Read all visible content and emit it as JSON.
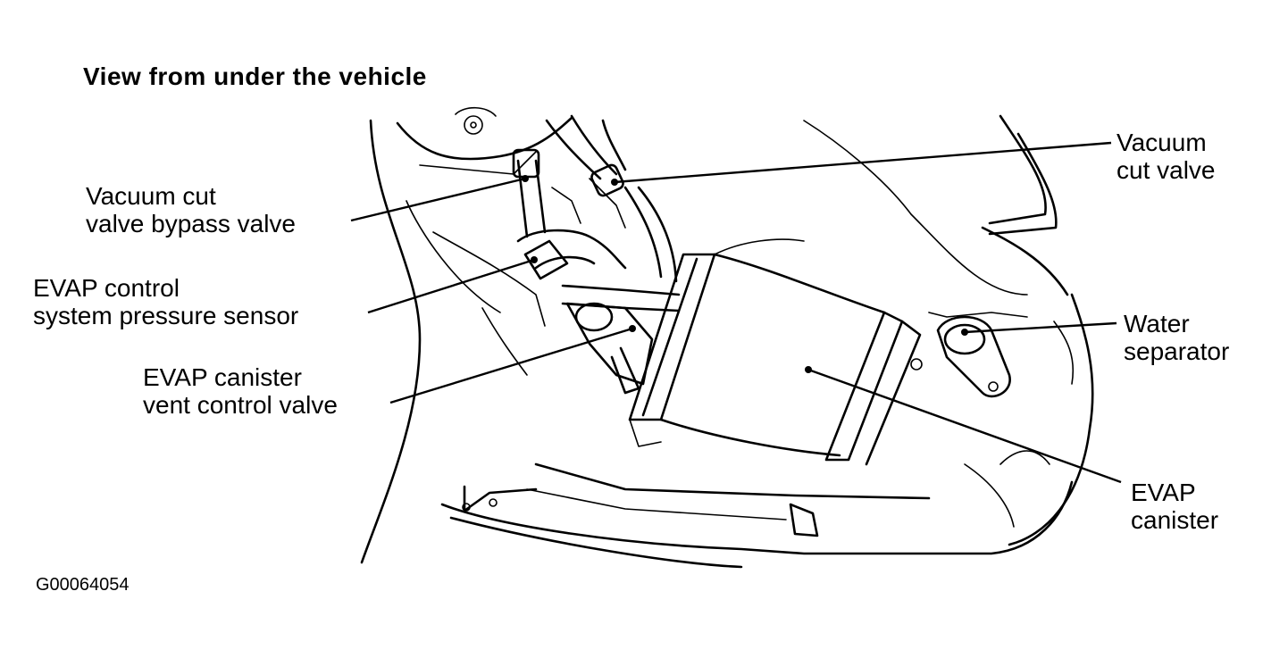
{
  "title": "View from under the vehicle",
  "labels": {
    "vacuum_cut_valve_bypass": [
      "Vacuum cut",
      "valve bypass valve"
    ],
    "evap_pressure_sensor": [
      "EVAP control",
      "system pressure sensor"
    ],
    "evap_vent_valve": [
      "EVAP canister",
      "vent control valve"
    ],
    "vacuum_cut_valve": [
      "Vacuum",
      "cut valve"
    ],
    "water_separator": [
      "Water",
      "separator"
    ],
    "evap_canister": [
      "EVAP",
      "canister"
    ]
  },
  "figure_id": "G00064054"
}
